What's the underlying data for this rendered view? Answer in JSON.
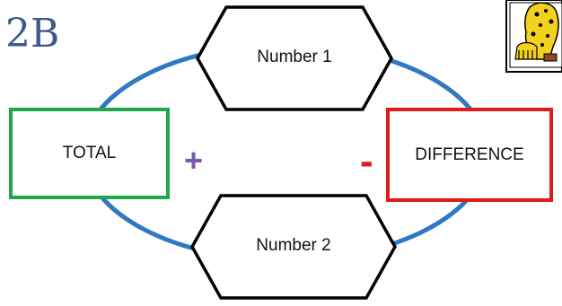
{
  "title": "2B",
  "nodes": {
    "number1": "Number 1",
    "number2": "Number 2",
    "total": "TOTAL",
    "difference": "DIFFERENCE"
  },
  "operators": {
    "plus": "+",
    "minus": "-"
  },
  "colors": {
    "title": "#3d5a8a",
    "loop": "#2f78c4",
    "total_border": "#1fa84a",
    "difference_border": "#e01b1b",
    "plus": "#7a5aa8",
    "minus": "#e01b1b",
    "hexagon_border": "#000000"
  },
  "icons": {
    "corner_picture": "cartoon-leopard-icon"
  }
}
